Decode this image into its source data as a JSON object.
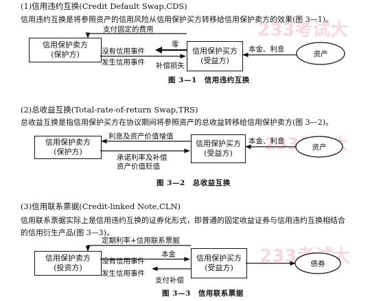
{
  "sections": [
    {
      "heading": "(1)信用违约互换(Credit Default Swap,CDS)",
      "body_lines": [
        "信用违约互换是将参照资产的信用风险从信用保护买方转移给信用保护卖方的效果(图 3—1)。"
      ],
      "figure": {
        "left_box": [
          "信用保护卖方",
          "(保护方)"
        ],
        "right_box": [
          "信用保护买方",
          "(受益方)"
        ],
        "ellipse": "资产",
        "labels": {
          "top": "支付固定的费用",
          "mid_left": "没有信用事件",
          "mid_right": "零",
          "bottom_left": "发生信用事件",
          "bottom_right": "补偿损失",
          "asset": "本金、利息"
        },
        "caption": "图 3—1　信用违约互换"
      }
    },
    {
      "heading": "(2)总收益互换(Total-rate-of-return Swap,TRS)",
      "body_lines": [
        "总收益互换是指信用保护买方在协议期间将参照资产的总收益转移给信用保护卖方(图 3—2)。"
      ],
      "figure": {
        "left_box": [
          "信用保护卖方",
          "(保护方)"
        ],
        "right_box": [
          "信用保护买方",
          "(受益方)"
        ],
        "ellipse": "资产",
        "labels": {
          "top": "利息及资产价值增值",
          "bottom": [
            "承诺利率及补偿",
            "资产价值贬值"
          ],
          "asset": "本金、利息"
        },
        "caption": "图 3—2　总收益互换"
      }
    },
    {
      "heading": "(3)信用联系票据(Credit-linked Note,CLN)",
      "body_lines": [
        "信用联系票据实际上是信用违约互换的证券化形式，即普通的固定收益证券与信用违约互换相结合",
        "的信用衍生产品(图 3—3)。"
      ],
      "figure": {
        "left_box": [
          "信用保护卖方",
          "(投资方)"
        ],
        "right_box": [
          "信用保护买方",
          "(受益方)"
        ],
        "ellipse": "债券",
        "labels": {
          "top": "定期利率+信用联系票据",
          "mid_right": "本金",
          "mid_left": "没有信用事件",
          "bottom_left": "发生信用事件",
          "bottom_right": "支付补偿"
        },
        "caption": "图 3—3　信用联系票据"
      }
    }
  ],
  "watermark": "233考试大"
}
